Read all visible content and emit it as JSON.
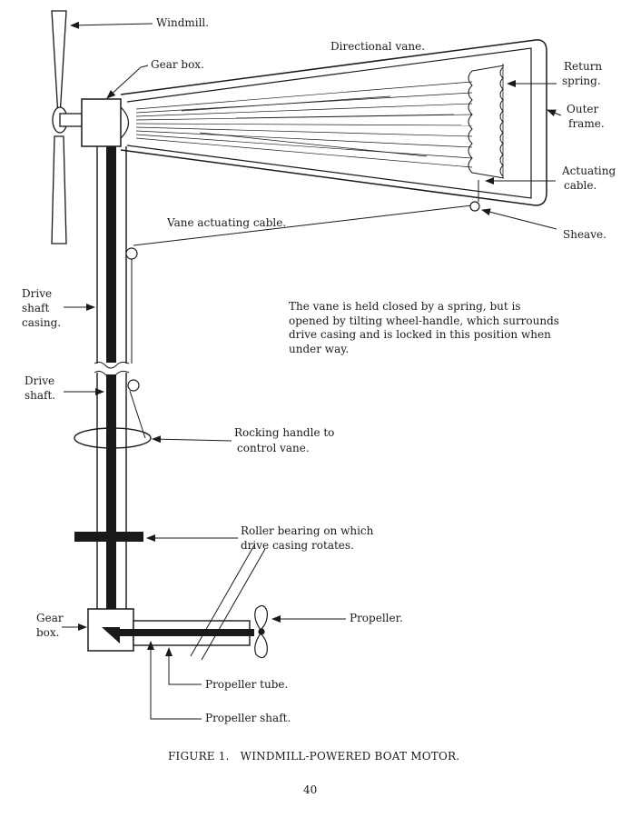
{
  "labels": {
    "windmill": "Windmill.",
    "gear_box_top": "Gear box.",
    "directional_vane": "Directional vane.",
    "return_spring_1": "Return",
    "return_spring_2": "spring.",
    "outer_frame_1": "Outer",
    "outer_frame_2": "frame.",
    "actuating_cable_1": "Actuating",
    "actuating_cable_2": "cable.",
    "vane_actuating_cable": "Vane actuating cable.",
    "sheave": "Sheave.",
    "drive_shaft_casing_1": "Drive",
    "drive_shaft_casing_2": "shaft",
    "drive_shaft_casing_3": "casing.",
    "drive_shaft_1": "Drive",
    "drive_shaft_2": "shaft.",
    "rocking_handle_1": "Rocking handle to",
    "rocking_handle_2": "control vane.",
    "roller_bearing_1": "Roller bearing on which",
    "roller_bearing_2": "drive casing rotates.",
    "gear_box_bottom_1": "Gear",
    "gear_box_bottom_2": "box.",
    "propeller": "Propeller.",
    "propeller_tube": "Propeller tube.",
    "propeller_shaft": "Propeller shaft."
  },
  "note": "The vane is held closed by a spring, but is opened by tilting wheel-handle, which surrounds drive casing and is locked in this position when under way.",
  "caption": "FIGURE 1.   WINDMILL-POWERED BOAT MOTOR.",
  "page_number": "40",
  "colors": {
    "ink": "#1a1a1a",
    "paper": "#ffffff"
  }
}
